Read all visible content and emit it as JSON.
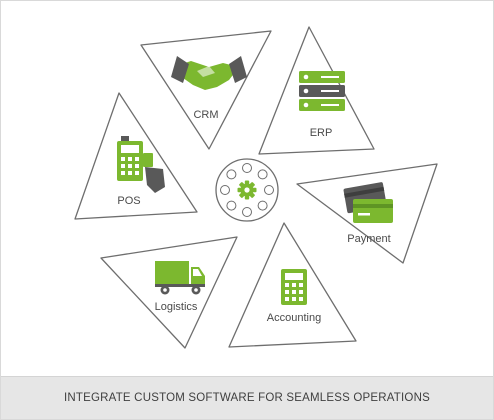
{
  "caption": "INTEGRATE CUSTOM SOFTWARE FOR SEAMLESS OPERATIONS",
  "colors": {
    "accent_green": "#7cb82f",
    "dark_gray": "#595959",
    "tile_stroke": "#6e6e6e",
    "tile_fill": "#ffffff",
    "caption_bg": "#e6e6e6"
  },
  "hub": {
    "icon": "gear-icon",
    "node_icon": "circle-node-icon"
  },
  "modules": {
    "crm": {
      "label": "CRM",
      "icon": "handshake-icon"
    },
    "erp": {
      "label": "ERP",
      "icon": "server-stack-icon"
    },
    "payment": {
      "label": "Payment",
      "icon": "credit-cards-icon"
    },
    "accounting": {
      "label": "Accounting",
      "icon": "calculator-icon"
    },
    "logistics": {
      "label": "Logistics",
      "icon": "delivery-truck-icon"
    },
    "pos": {
      "label": "POS",
      "icon": "pos-terminal-icon"
    }
  }
}
